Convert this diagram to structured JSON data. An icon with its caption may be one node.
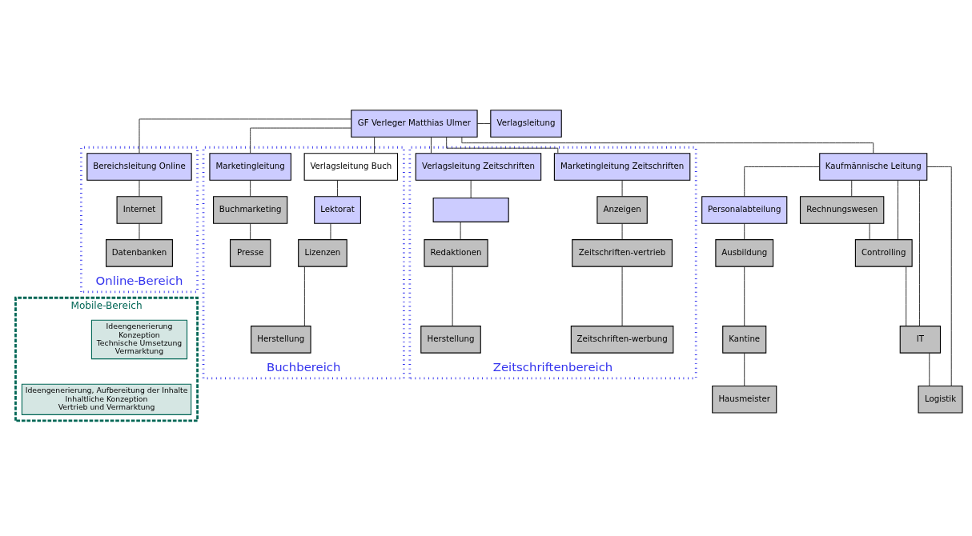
{
  "diagram": {
    "nodes": [
      {
        "text": [
          "GF Verleger Matthias Ulmer"
        ]
      },
      {
        "text": [
          "Verlagsleitung"
        ]
      },
      {
        "text": [
          "Online-Bereich"
        ]
      },
      {
        "text": [
          "Bereichsleitung Online"
        ],
        "in": 2
      },
      {
        "text": [
          "Internet"
        ],
        "in": 2
      },
      {
        "text": [
          "Datenbanken"
        ],
        "in": 2
      },
      {
        "text": [
          "Buchbereich"
        ]
      },
      {
        "text": [
          "Verlagsleitung Buch"
        ],
        "in": 6
      },
      {
        "text": [
          "Lektorat"
        ],
        "in": 6
      },
      {
        "text": [
          "Lizenzen"
        ],
        "in": 6
      },
      {
        "text": [
          "Herstellung"
        ],
        "in": 6
      },
      {
        "text": [
          "Marketingleitung"
        ],
        "in": 6
      },
      {
        "text": [
          "Buchmarketing"
        ],
        "in": 6
      },
      {
        "text": [
          "Presse"
        ],
        "in": 6
      },
      {
        "text": [
          "Zeitschriftenbereich"
        ]
      },
      {
        "text": [
          "Marketingleitung Zeitschriften"
        ],
        "in": 14
      },
      {
        "text": [
          "Anzeigen"
        ],
        "in": 14
      },
      {
        "text": [
          "Zeitschriften-vertrieb"
        ],
        "in": 14
      },
      {
        "text": [
          "Zeitschriften-werbung"
        ],
        "in": 14
      },
      {
        "text": [
          "Verlagsleitung Zeitschriften"
        ],
        "in": 14
      },
      {
        "text": [],
        "shape": "box",
        "in": 14
      },
      {
        "text": [
          "Redaktionen"
        ],
        "in": 14
      },
      {
        "text": [
          "Herstellung"
        ],
        "in": 14
      },
      {
        "text": [
          "Kaufmännische Leitung"
        ]
      },
      {
        "text": [
          "Personalabteilung"
        ]
      },
      {
        "text": [
          "Ausbildung"
        ]
      },
      {
        "text": [
          "Kantine"
        ]
      },
      {
        "text": [
          "Hausmeister"
        ]
      },
      {
        "text": [
          "Rechnungswesen"
        ]
      },
      {
        "text": [
          "Controlling"
        ]
      },
      {
        "text": [
          "IT"
        ]
      },
      {
        "text": [
          "Logistik"
        ]
      },
      {
        "text": [
          "Mobile-Bereich"
        ]
      },
      {
        "text": [
          "Ideengenerierung",
          "Konzeption",
          "Technische Umsetzung",
          "Vermarktung"
        ],
        "in": 32
      },
      {
        "text": [
          "Ideengenerierung, Aufbereitung der Inhalte",
          "Inhaltliche Konzeption",
          "Vertrieb und Vermarktung"
        ],
        "in": 32
      }
    ],
    "edges": [
      {
        "from": 0,
        "to": 1,
        "arrow": "none"
      },
      {
        "from": 0,
        "to": 3,
        "arrow": "none"
      },
      {
        "from": 0,
        "to": 7,
        "arrow": "none"
      },
      {
        "from": 0,
        "to": 11,
        "arrow": "none"
      },
      {
        "from": 0,
        "to": 15,
        "arrow": "none"
      },
      {
        "from": 0,
        "to": 19,
        "arrow": "none"
      },
      {
        "from": 0,
        "to": 23,
        "arrow": "none"
      },
      {
        "from": 3,
        "to": 4,
        "arrow": "none"
      },
      {
        "from": 4,
        "to": 5,
        "arrow": "none"
      },
      {
        "from": 7,
        "to": 8,
        "arrow": "none"
      },
      {
        "from": 8,
        "to": 9,
        "arrow": "none"
      },
      {
        "from": 9,
        "to": 10,
        "arrow": "none"
      },
      {
        "from": 11,
        "to": 12,
        "arrow": "none"
      },
      {
        "from": 12,
        "to": 13,
        "arrow": "none"
      },
      {
        "from": 15,
        "to": 16,
        "arrow": "none"
      },
      {
        "from": 16,
        "to": 17,
        "arrow": "none"
      },
      {
        "from": 17,
        "to": 18,
        "arrow": "none"
      },
      {
        "from": 19,
        "to": 20,
        "arrow": "none"
      },
      {
        "from": 20,
        "to": 21,
        "arrow": "none"
      },
      {
        "from": 21,
        "to": 22,
        "arrow": "none"
      },
      {
        "from": 23,
        "to": 24,
        "arrow": "none"
      },
      {
        "from": 24,
        "to": 25,
        "arrow": "none"
      },
      {
        "from": 25,
        "to": 26,
        "arrow": "none"
      },
      {
        "from": 26,
        "to": 27,
        "arrow": "none"
      },
      {
        "from": 23,
        "to": 28,
        "arrow": "none"
      },
      {
        "from": 23,
        "to": 29,
        "arrow": "none"
      },
      {
        "from": 23,
        "to": 30,
        "arrow": "none"
      },
      {
        "from": 23,
        "to": 31,
        "arrow": "none"
      },
      {
        "from": 28,
        "to": 29,
        "arrow": "none"
      },
      {
        "from": 29,
        "to": 30,
        "arrow": "none"
      },
      {
        "from": 30,
        "to": 31,
        "arrow": "none"
      }
    ]
  }
}
